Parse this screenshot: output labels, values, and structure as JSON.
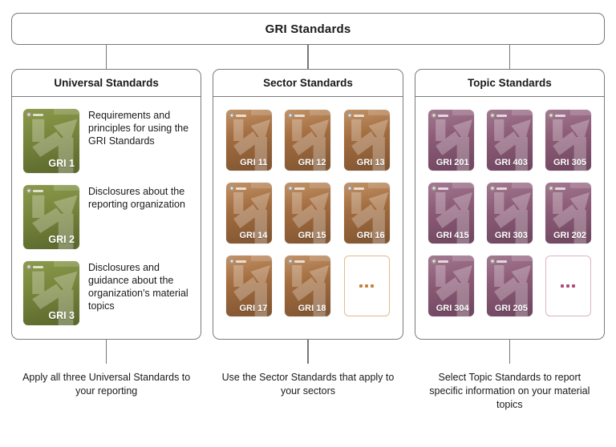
{
  "diagram": {
    "title": "GRI Standards"
  },
  "columns": [
    {
      "id": "universal",
      "title": "Universal Standards",
      "caption": "Apply all three Universal Standards to your reporting",
      "layout": "list",
      "colors": {
        "light": "#93A152",
        "base": "#76863B",
        "dark": "#55622A"
      },
      "cards": [
        {
          "label": "GRI 1",
          "description": "Requirements and principles for using the GRI Standards"
        },
        {
          "label": "GRI 2",
          "description": "Disclosures about the reporting organization"
        },
        {
          "label": "GRI 3",
          "description": "Disclosures and guidance about the organization's material topics"
        }
      ]
    },
    {
      "id": "sector",
      "title": "Sector Standards",
      "caption": "Use the Sector Standards that apply to your sectors",
      "layout": "grid",
      "colors": {
        "light": "#CDA178",
        "base": "#A26C3E",
        "dark": "#7A5130",
        "mborder": "#E4B98F",
        "mdot": "#C8823F"
      },
      "cards": [
        {
          "label": "GRI 11"
        },
        {
          "label": "GRI 12"
        },
        {
          "label": "GRI 13"
        },
        {
          "label": "GRI 14"
        },
        {
          "label": "GRI 15"
        },
        {
          "label": "GRI 16"
        },
        {
          "label": "GRI 17"
        },
        {
          "label": "GRI 18"
        },
        {
          "more": true,
          "label": "..."
        }
      ]
    },
    {
      "id": "topic",
      "title": "Topic Standards",
      "caption": "Select Topic Standards to report specific information on your material topics",
      "layout": "grid",
      "colors": {
        "light": "#AB849B",
        "base": "#8C5B76",
        "dark": "#6A425C",
        "mborder": "#DCB2C6",
        "mdot": "#AC4E78"
      },
      "cards": [
        {
          "label": "GRI 201"
        },
        {
          "label": "GRI 403"
        },
        {
          "label": "GRI 305"
        },
        {
          "label": "GRI 415"
        },
        {
          "label": "GRI 303"
        },
        {
          "label": "GRI 202"
        },
        {
          "label": "GRI 304"
        },
        {
          "label": "GRI 205"
        },
        {
          "more": true,
          "label": "..."
        }
      ]
    }
  ]
}
